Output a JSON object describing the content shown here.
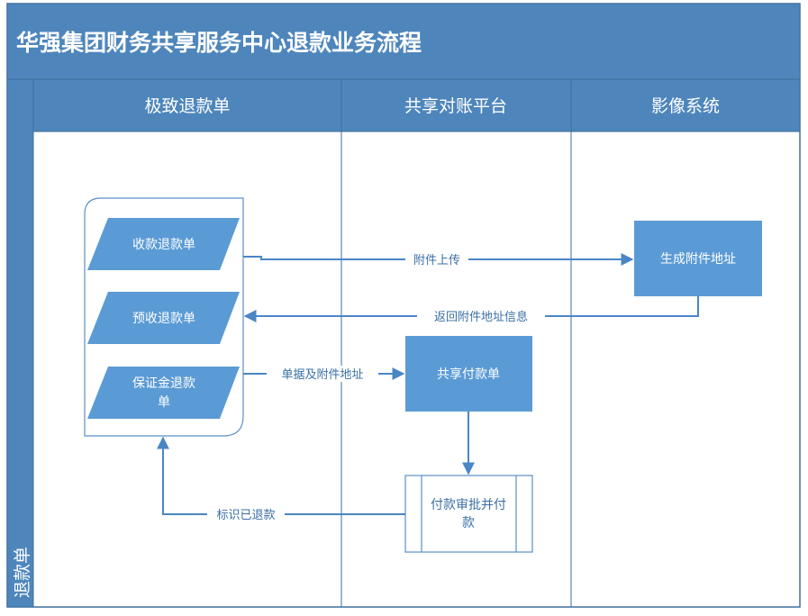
{
  "title": "华强集团财务共享服务中心退款业务流程",
  "row_label": "退款单",
  "lanes": [
    "极致退款单",
    "共享对账平台",
    "影像系统"
  ],
  "nodes": {
    "refund_receipt": "收款退款单",
    "refund_prepaid": "预收退款单",
    "refund_deposit": [
      "保证金退款",
      "单"
    ],
    "gen_attachment": "生成附件地址",
    "shared_payment": "共享付款单",
    "approve_pay": [
      "付款审批并付",
      "款"
    ]
  },
  "edges": {
    "upload": "附件上传",
    "return_info": "返回附件地址信息",
    "doc_and_addr": "单据及附件地址",
    "mark_refunded": "标识已退款"
  },
  "colors": {
    "header": "#4e86bc",
    "node": "#5b9bd5",
    "line": "#4a86c6",
    "text_dark": "#3a6fa6"
  }
}
